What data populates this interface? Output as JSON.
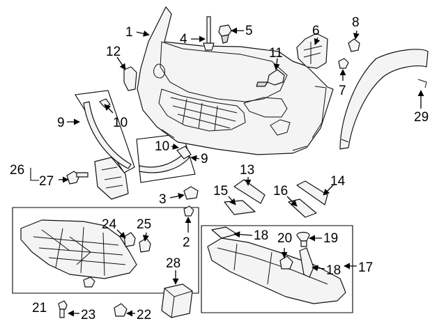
{
  "callouts": {
    "c1": "1",
    "c2": "2",
    "c3": "3",
    "c4": "4",
    "c5": "5",
    "c6": "6",
    "c7": "7",
    "c8": "8",
    "c9a": "9",
    "c9b": "9",
    "c10a": "10",
    "c10b": "10",
    "c11": "11",
    "c12": "12",
    "c13": "13",
    "c14": "14",
    "c15": "15",
    "c16": "16",
    "c17": "17",
    "c18a": "18",
    "c18b": "18",
    "c19": "19",
    "c20": "20",
    "c21": "21",
    "c22": "22",
    "c23": "23",
    "c24": "24",
    "c25": "25",
    "c26": "26",
    "c27": "27",
    "c28": "28",
    "c29": "29"
  },
  "colors": {
    "line": "#000000",
    "part_fill": "#f4f4f4",
    "background": "#ffffff"
  }
}
